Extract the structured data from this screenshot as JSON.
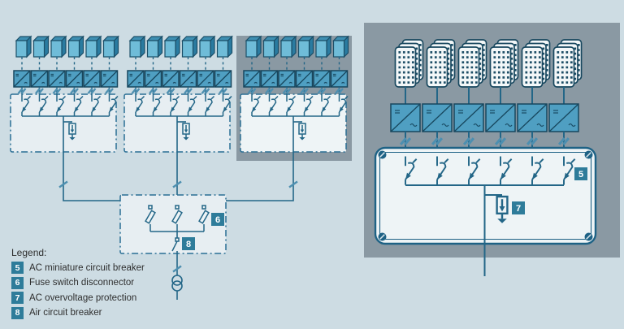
{
  "legend": {
    "title": "Legend:",
    "items": [
      {
        "badge": "5",
        "label": "AC miniature circuit breaker"
      },
      {
        "badge": "6",
        "label": "Fuse switch disconnector"
      },
      {
        "badge": "7",
        "label": "AC overvoltage protection"
      },
      {
        "badge": "8",
        "label": "Air circuit breaker"
      }
    ]
  },
  "diagram_badges": {
    "ac_miniature_circuit_breaker": "5",
    "fuse_switch_disconnector": "6",
    "ac_overvoltage_protection": "7",
    "air_circuit_breaker": "8"
  },
  "icons": {
    "pv_array": "pv-array-3d-icon",
    "pv_module_stack": "pv-module-stack-icon",
    "inverter": "inverter-dc-ac-icon",
    "mcb": "miniature-circuit-breaker-icon",
    "fuse_switch": "fuse-switch-disconnector-icon",
    "spd": "overvoltage-protection-icon",
    "acb": "air-circuit-breaker-icon",
    "transformer": "transformer-icon",
    "screw": "screw-icon",
    "conductor_slash": "multi-conductor-slash-icon"
  },
  "colors": {
    "background": "#cddce3",
    "panel": "#8a99a3",
    "line": "#236687",
    "box_fill": "#e7eef2",
    "enclosure_fill": "#eef4f6",
    "inverter_fill": "#4f9fc2",
    "badge": "#2e7c9a",
    "badge_text": "#ffffff"
  }
}
